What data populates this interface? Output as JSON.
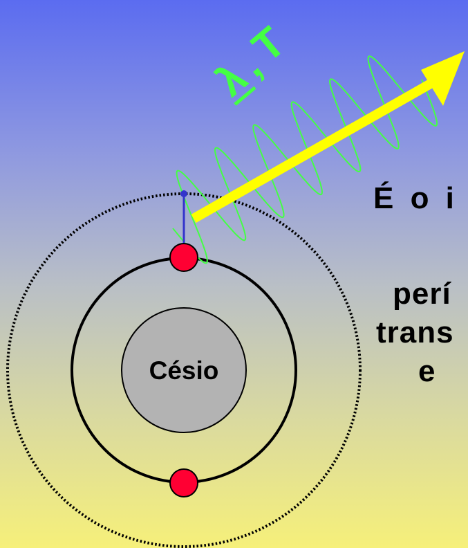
{
  "diagram": {
    "nucleus_label": "Césio",
    "wave_label": {
      "lambda": "λ",
      "separator": ",",
      "period": "T"
    },
    "caption_lines": [
      "É o i",
      "perí",
      "trans",
      "e"
    ],
    "colors": {
      "background_top": "#5b6cf0",
      "background_bottom": "#f6f07a",
      "wave": "#44ff44",
      "photon_arrow": "#ffff00",
      "electron": "#ff0033",
      "transition_arrow": "#3333cc",
      "nucleus": "#b3b3b3",
      "orbit": "#000000"
    }
  }
}
